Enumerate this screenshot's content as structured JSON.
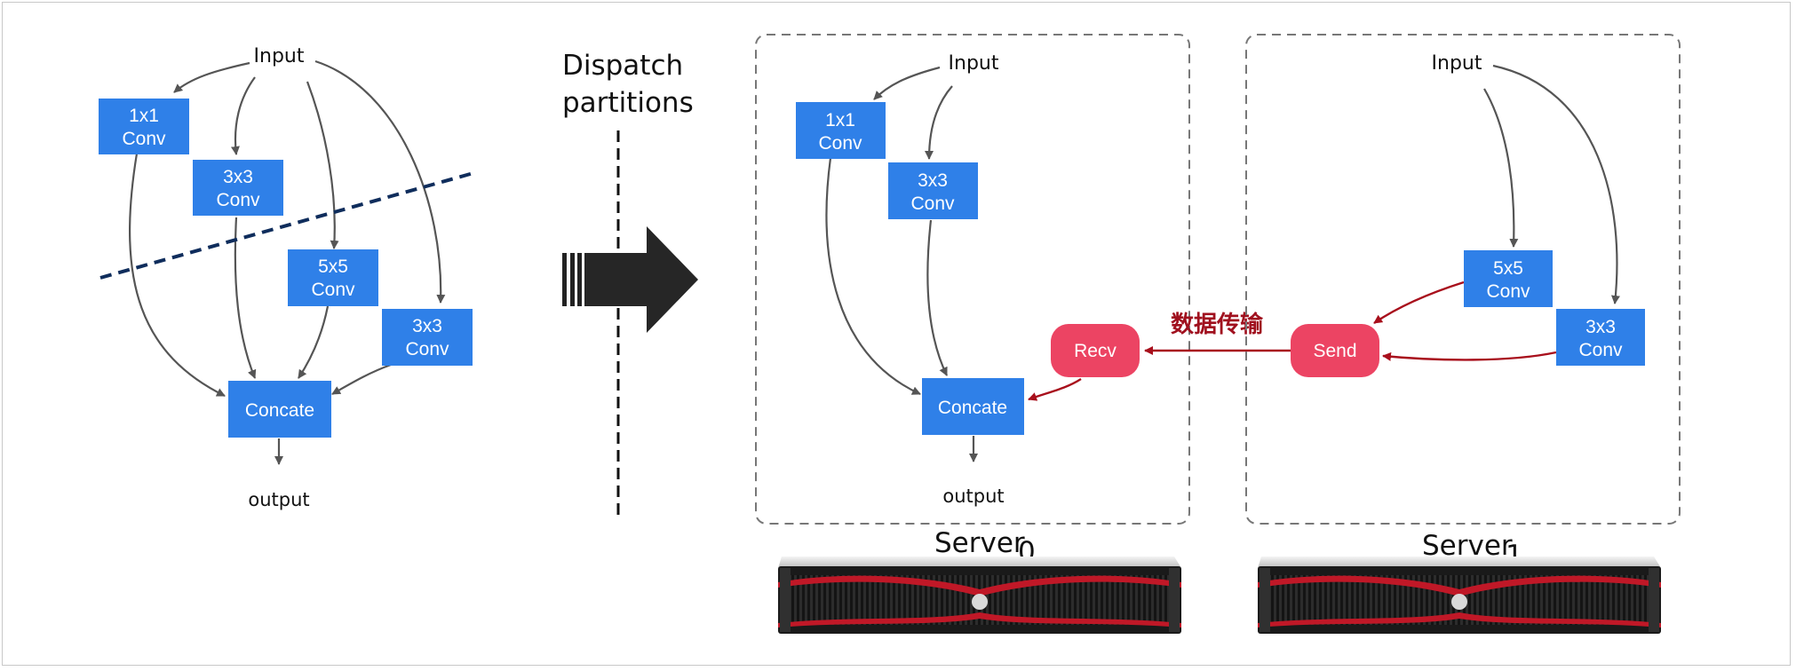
{
  "left_graph": {
    "input": "Input",
    "output": "output",
    "conv1x1": [
      "1x1",
      "Conv"
    ],
    "conv3x3_a": [
      "3x3",
      "Conv"
    ],
    "conv5x5": [
      "5x5",
      "Conv"
    ],
    "conv3x3_b": [
      "3x3",
      "Conv"
    ],
    "concat": "Concate"
  },
  "dispatch": [
    "Dispatch",
    "partitions"
  ],
  "server0": {
    "input": "Input",
    "output": "output",
    "conv1x1": [
      "1x1",
      "Conv"
    ],
    "conv3x3": [
      "3x3",
      "Conv"
    ],
    "recv": "Recv",
    "concat": "Concate",
    "name": "Server",
    "sub": "0"
  },
  "server1": {
    "input": "Input",
    "conv5x5": [
      "5x5",
      "Conv"
    ],
    "conv3x3": [
      "3x3",
      "Conv"
    ],
    "send": "Send",
    "name": "Server",
    "sub": "1"
  },
  "transfer_label": "数据传输",
  "colors": {
    "node_blue": "#2f80e8",
    "pill_red": "#ec4463",
    "arrow_gray": "#555555",
    "arrow_red": "#a80f1c",
    "cut_line": "#0f2d5c"
  }
}
